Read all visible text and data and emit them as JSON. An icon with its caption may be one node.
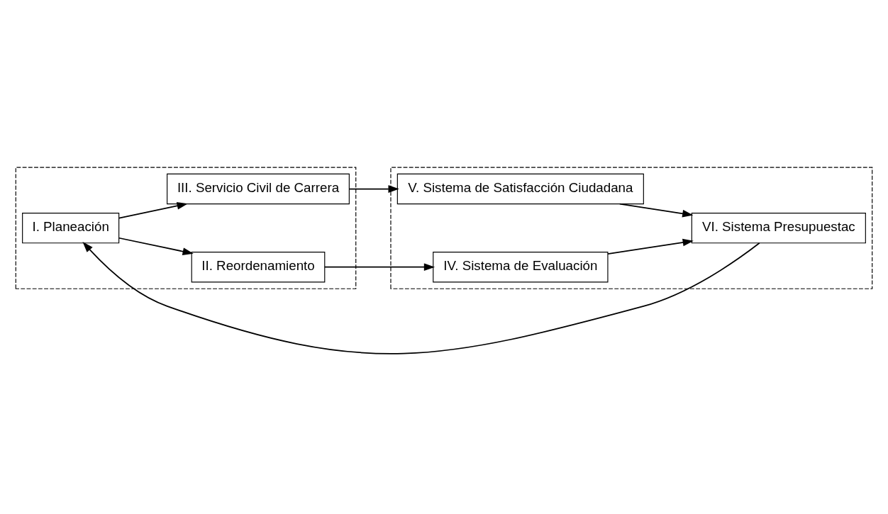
{
  "diagram": {
    "nodes": [
      {
        "text": [],
        "shape": "box"
      },
      {
        "text": [
          "I. Planeación"
        ],
        "in": 0
      },
      {
        "text": [
          "II. Reordenamiento"
        ],
        "in": 0
      },
      {
        "text": [
          "III. Servicio Civil de Carrera"
        ],
        "in": 0
      },
      {
        "text": [],
        "shape": "box"
      },
      {
        "text": [
          "IV. Sistema de Evaluación"
        ],
        "in": 4
      },
      {
        "text": [
          "V. Sistema de Satisfacción Ciudadana"
        ],
        "in": 4
      },
      {
        "text": [
          "VI. Sistema Presupuestac"
        ],
        "in": 4
      }
    ],
    "edges": [
      {
        "from": 1,
        "to": 2,
        "arrow": "to"
      },
      {
        "from": 1,
        "to": 3,
        "arrow": "to"
      },
      {
        "from": 2,
        "to": 5,
        "arrow": "to"
      },
      {
        "from": 3,
        "to": 6,
        "arrow": "to"
      },
      {
        "from": 5,
        "to": 7,
        "arrow": "to"
      },
      {
        "from": 6,
        "to": 7,
        "arrow": "to"
      },
      {
        "from": 7,
        "to": 1,
        "arrow": "to"
      }
    ]
  }
}
